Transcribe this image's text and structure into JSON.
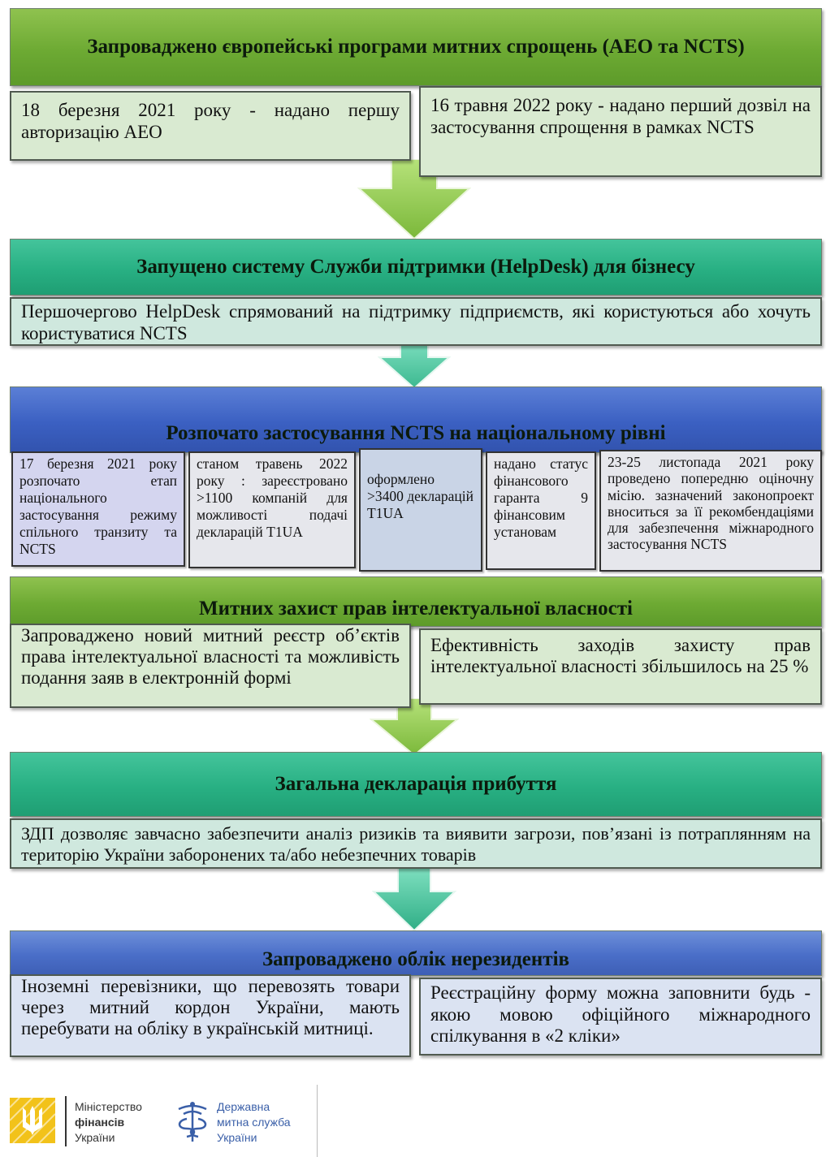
{
  "sections": {
    "s1": {
      "title": "Запроваджено європейські програми митних спрощень (AEO та NCTS)",
      "left": "18 березня 2021 року - надано першу авторизацію AEO",
      "right": "16 травня 2022 року - надано перший дозвіл на застосування спрощення в рамках NCTS"
    },
    "s2": {
      "title": "Запущено систему Служби підтримки (HelpDesk) для бізнесу",
      "body": "Першочергово HelpDesk спрямований на підтримку підприємств, які користуються або хочуть користуватися NCTS"
    },
    "s3": {
      "title": "Розпочато застосування NCTS на національному рівні",
      "cells": [
        "17 березня 2021 року розпочато етап національного застосування режиму спільного транзиту та NCTS",
        "станом травень 2022 року : зареєстровано >1100 компаній для можливості подачі декларацій T1UA",
        "оформлено >3400 декларацій T1UA",
        "надано статус фінансового гаранта 9 фінансовим установам",
        "23-25 листопада 2021 року проведено попередню оціночну місію. зазначений законопроект вноситься за її рекомбендаціями для забезпечення міжнародного застосування NCTS"
      ]
    },
    "s4": {
      "title": "Митних захист прав інтелектуальної власності",
      "left": "Запроваджено новий митний реєстр об’єктів права інтелектуальної власності та можливість подання заяв в електронній формі",
      "right": "Ефективність заходів захисту прав інтелектуальної власності збільшилось на 25 %"
    },
    "s5": {
      "title": "Загальна декларація прибуття",
      "body": "ЗДП дозволяє завчасно забезпечити аналіз ризиків та виявити загрози, пов’язані із потраплянням на територію України заборонених та/або небезпечних товарів"
    },
    "s6": {
      "title": "Запроваджено облік нерезидентів",
      "left": "Іноземні перевізники, що перевозять товари через митний кордон України, мають перебувати на обліку в українській митниці.",
      "right": "Реєстраційну форму можна заповнити будь - якою мовою офіційного міжнародного спілкування в «2 кліки»"
    }
  },
  "footer": {
    "ministry_line1": "Міністерство",
    "ministry_line2": "фінансів",
    "ministry_line3": "України",
    "customs_line1": "Державна",
    "customs_line2": "митна служба",
    "customs_line3": "України"
  },
  "colors": {
    "green_header": "#6daa33",
    "teal_header": "#28b083",
    "blue_header": "#3b60c2",
    "arrow_green": "#8fca3f",
    "arrow_teal": "#3fc99b",
    "footer_ministry": "#333333",
    "footer_customs": "#3a5fa8"
  }
}
